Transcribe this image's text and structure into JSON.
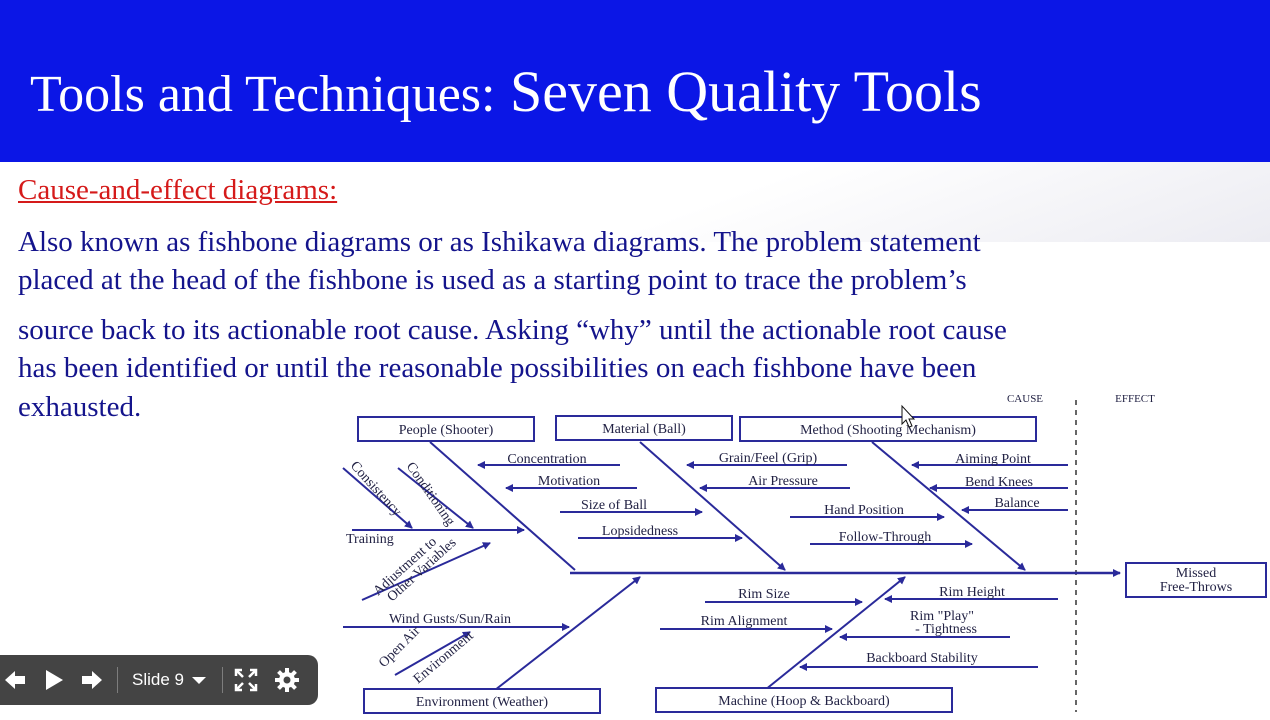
{
  "slide": {
    "title_part1": "Tools and Techniques:",
    "title_part2": "Seven Quality Tools",
    "subtitle": "Cause-and-effect diagrams:",
    "body_lines": [
      "Also known as fishbone diagrams or as Ishikawa diagrams. The problem statement",
      "placed at the head of the fishbone is used as a starting point to trace the problem’s",
      "source back to its actionable root cause. Asking “why” until the actionable root cause",
      "has been identified or until the reasonable possibilities on each fishbone have been",
      "exhausted."
    ]
  },
  "diagram": {
    "cause_label": "CAUSE",
    "effect_label": "EFFECT",
    "effect_lines": [
      "Missed",
      "Free-Throws"
    ],
    "categories": {
      "people": "People (Shooter)",
      "material": "Material (Ball)",
      "method": "Method (Shooting Mechanism)",
      "environment": "Environment (Weather)",
      "machine": "Machine (Hoop & Backboard)"
    },
    "people_causes": [
      "Concentration",
      "Motivation",
      "Consistency",
      "Conditioning",
      "Training",
      "Adjustment to",
      "Other Variables"
    ],
    "material_causes": [
      "Grain/Feel (Grip)",
      "Air Pressure",
      "Size of Ball",
      "Lopsidedness"
    ],
    "method_causes": [
      "Aiming Point",
      "Bend Knees",
      "Balance",
      "Hand Position",
      "Follow-Through"
    ],
    "environment_causes": [
      "Wind Gusts/Sun/Rain",
      "Open Air",
      "Environment"
    ],
    "machine_causes": [
      "Rim Size",
      "Rim Alignment",
      "Rim Height",
      "Rim \"Play\"",
      "- Tightness",
      "Backboard Stability"
    ]
  },
  "player": {
    "slide_label": "Slide 9",
    "icons": [
      "back-arrow-icon",
      "play-icon",
      "forward-arrow-icon",
      "dropdown-caret-icon",
      "fullscreen-icon",
      "gear-icon"
    ]
  },
  "colors": {
    "header": "#0b16e6",
    "subtitle": "#d51a1a",
    "body_text": "#14148c",
    "diagram_lines": "#2a2a9a"
  }
}
